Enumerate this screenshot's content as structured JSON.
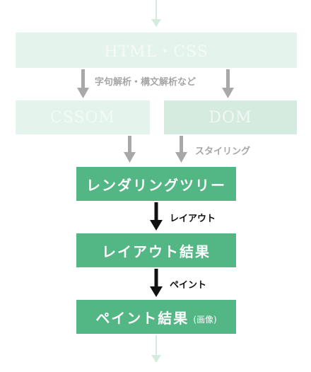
{
  "nodes": {
    "html_css": "HTML・CSS",
    "cssom": "CSSOM",
    "dom": "DOM",
    "render_tree": "レンダリングツリー",
    "layout_result": "レイアウト結果",
    "paint_result": "ペイント結果",
    "paint_result_suffix": "(画像)"
  },
  "edges": {
    "parse": "字句解析・構文解析など",
    "styling": "スタイリング",
    "layout": "レイアウト",
    "paint": "ペイント"
  },
  "colors": {
    "accent": "#52b685",
    "faded_box": "#e4f3eb",
    "faded_box_dom": "#d6ebe0",
    "muted_arrow": "#a8a8a8",
    "dark_arrow": "#111111",
    "entry_arrow": "#d4ebdf"
  }
}
